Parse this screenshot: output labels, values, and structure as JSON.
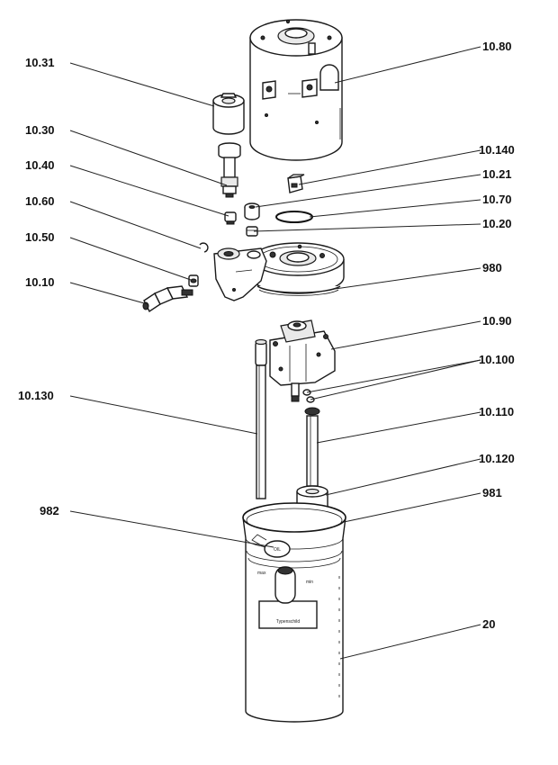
{
  "labels": {
    "p10_31": "10.31",
    "p10_30": "10.30",
    "p10_40": "10.40",
    "p10_60": "10.60",
    "p10_50": "10.50",
    "p10_10": "10.10",
    "p10_130": "10.130",
    "p982": "982",
    "p10_80": "10.80",
    "p10_140": "10.140",
    "p10_21": "10.21",
    "p10_70": "10.70",
    "p10_20": "10.20",
    "p980": "980",
    "p10_90": "10.90",
    "p10_100": "10.100",
    "p10_110": "10.110",
    "p10_120": "10.120",
    "p981": "981",
    "p20": "20"
  },
  "reservoir": {
    "cap_text": "OIL",
    "plate_text": "Typenschild",
    "mark_max": "max",
    "mark_min": "min"
  }
}
